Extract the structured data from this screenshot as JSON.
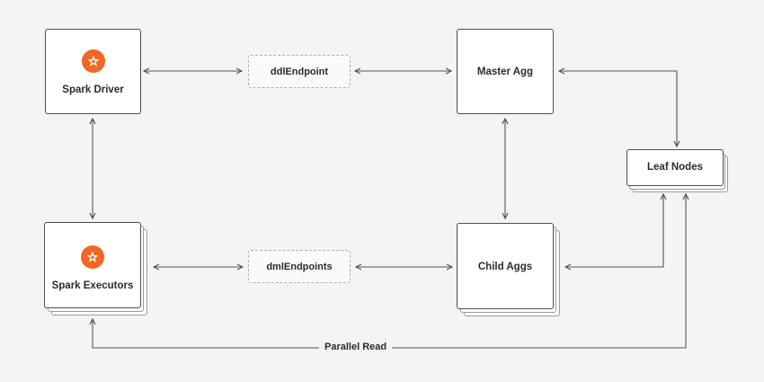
{
  "nodes": {
    "spark_driver": "Spark Driver",
    "spark_executors": "Spark Executors",
    "master_agg": "Master Agg",
    "child_aggs": "Child Aggs",
    "leaf_nodes": "Leaf Nodes",
    "ddl_endpoint": "ddlEndpoint",
    "dml_endpoints": "dmlEndpoints"
  },
  "edges": {
    "parallel_read": "Parallel Read"
  },
  "colors": {
    "accent": "#f26722",
    "line": "#555555",
    "background": "#f4f4f4"
  },
  "icons": {
    "spark": "spark-star-icon"
  }
}
